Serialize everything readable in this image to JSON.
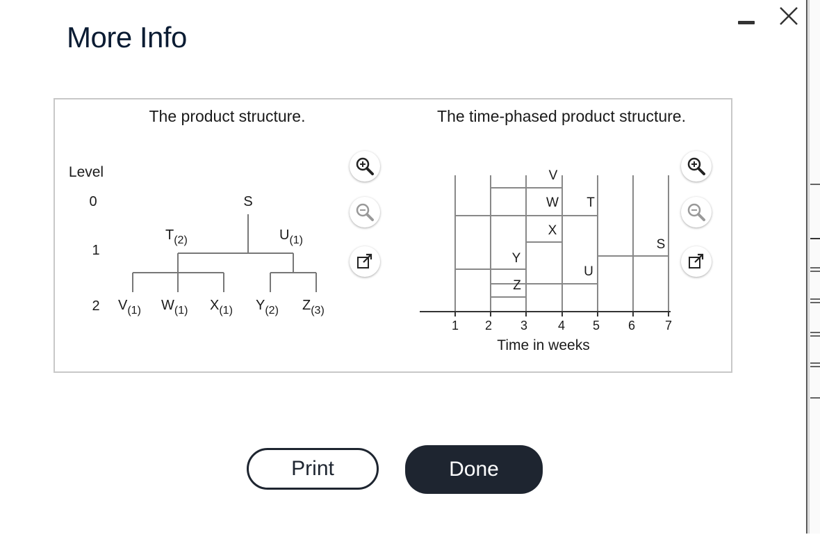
{
  "dialog": {
    "title": "More Info"
  },
  "left_figure": {
    "title": "The product structure.",
    "level_header": "Level",
    "levels": [
      "0",
      "1",
      "2"
    ],
    "root": "S",
    "level1": [
      {
        "name": "T",
        "qty": "(2)"
      },
      {
        "name": "U",
        "qty": "(1)"
      }
    ],
    "level2": [
      {
        "name": "V",
        "qty": "(1)"
      },
      {
        "name": "W",
        "qty": "(1)"
      },
      {
        "name": "X",
        "qty": "(1)"
      },
      {
        "name": "Y",
        "qty": "(2)"
      },
      {
        "name": "Z",
        "qty": "(3)"
      }
    ]
  },
  "right_figure": {
    "title": "The time-phased product structure.",
    "x_label": "Time in weeks",
    "ticks": [
      "1",
      "2",
      "3",
      "4",
      "5",
      "6",
      "7"
    ],
    "labels": {
      "S": "S",
      "T": "T",
      "U": "U",
      "V": "V",
      "W": "W",
      "X": "X",
      "Y": "Y",
      "Z": "Z"
    }
  },
  "buttons": {
    "print": "Print",
    "done": "Done"
  },
  "icons": {
    "zoom_in": "zoom-in-icon",
    "zoom_out": "zoom-out-icon",
    "expand": "external-link-icon",
    "minimize": "minimize-icon",
    "close": "close-icon"
  }
}
